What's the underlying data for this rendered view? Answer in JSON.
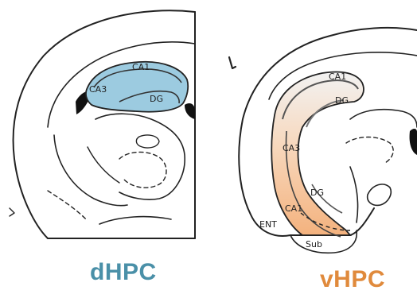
{
  "panels": {
    "dorsal": {
      "title": "dHPC",
      "title_color": "#4a90a8",
      "highlight_color": "#9ccbe0",
      "labels": {
        "ca1": "CA1",
        "ca3": "CA3",
        "dg": "DG"
      }
    },
    "ventral": {
      "title": "vHPC",
      "title_color": "#e08a3c",
      "highlight_color": "#f4b27e",
      "labels": {
        "ca1_top": "CA1",
        "dg_top": "DG",
        "ca3": "CA3",
        "dg_bottom": "DG",
        "ca1_bottom": "CA1",
        "ent": "ENT",
        "sub": "Sub"
      }
    }
  }
}
